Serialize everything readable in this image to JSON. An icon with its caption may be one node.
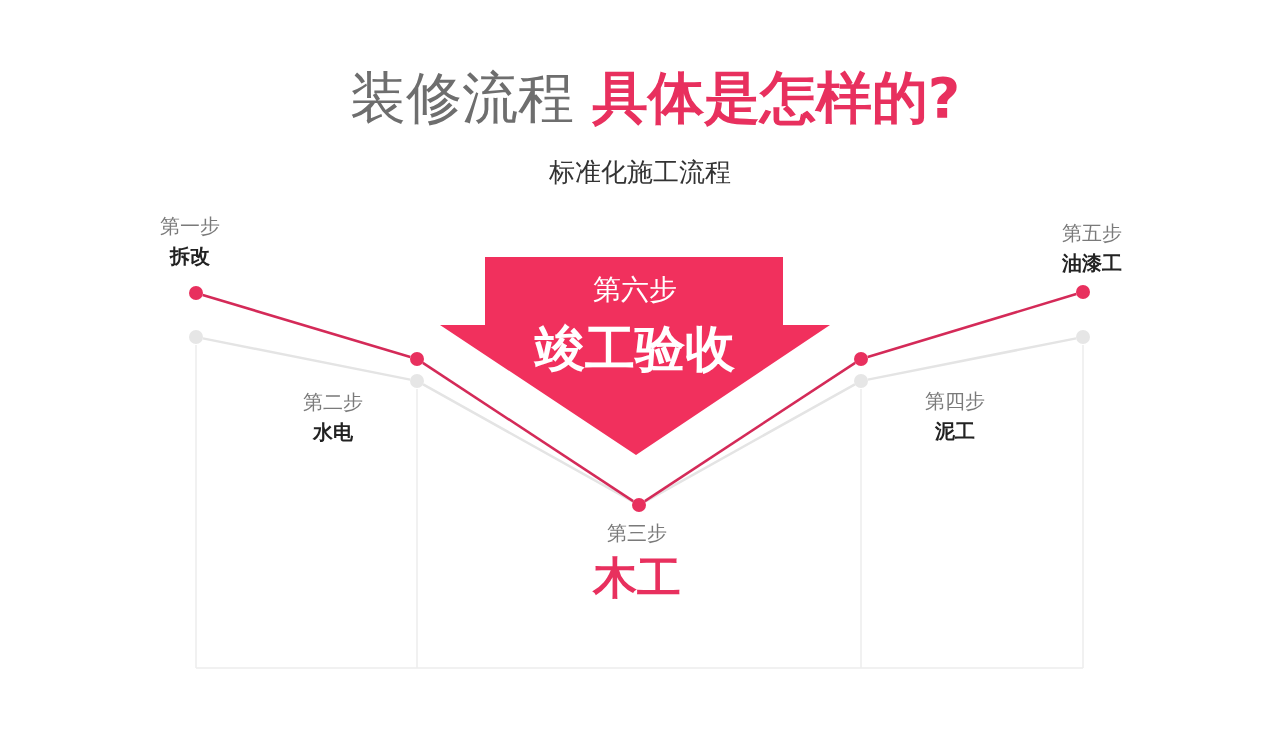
{
  "diagram": {
    "title": "装修流程 **具体是怎样的?**",
    "nodes": [
      {
        "text": [],
        "shape": "circle",
        "beside": [
          "第一步",
          "拆改"
        ]
      },
      {
        "text": [],
        "shape": "circle",
        "beside": [
          "第二步",
          "水电"
        ]
      },
      {
        "text": [],
        "shape": "circle",
        "beside": [
          "第三步",
          "木工"
        ]
      },
      {
        "text": [],
        "shape": "circle",
        "beside": [
          "第四步",
          "泥工"
        ]
      },
      {
        "text": [],
        "shape": "circle",
        "beside": [
          "第五步",
          "油漆工"
        ]
      },
      {
        "text": [
          "第六步",
          "竣工验收"
        ]
      },
      {
        "text": [],
        "shape": "circle"
      },
      {
        "text": [],
        "shape": "circle"
      },
      {
        "text": [],
        "shape": "circle"
      },
      {
        "text": [],
        "shape": "circle"
      }
    ],
    "edges": [
      {
        "from": 6,
        "to": 7,
        "arrow": "none",
        "color": "#e4e4e4"
      },
      {
        "from": 7,
        "to": 2,
        "arrow": "none",
        "color": "#e4e4e4"
      },
      {
        "from": 2,
        "to": 8,
        "arrow": "none",
        "color": "#e4e4e4"
      },
      {
        "from": 8,
        "to": 9,
        "arrow": "none",
        "color": "#e4e4e4"
      },
      {
        "from": 0,
        "to": 1,
        "arrow": "none",
        "color": "#d42a58"
      },
      {
        "from": 1,
        "to": 2,
        "arrow": "none",
        "color": "#d42a58"
      },
      {
        "from": 2,
        "to": 3,
        "arrow": "none",
        "color": "#d42a58"
      },
      {
        "from": 3,
        "to": 4,
        "arrow": "none",
        "color": "#d42a58"
      }
    ],
    "labels": [
      "标准化施工流程"
    ]
  }
}
